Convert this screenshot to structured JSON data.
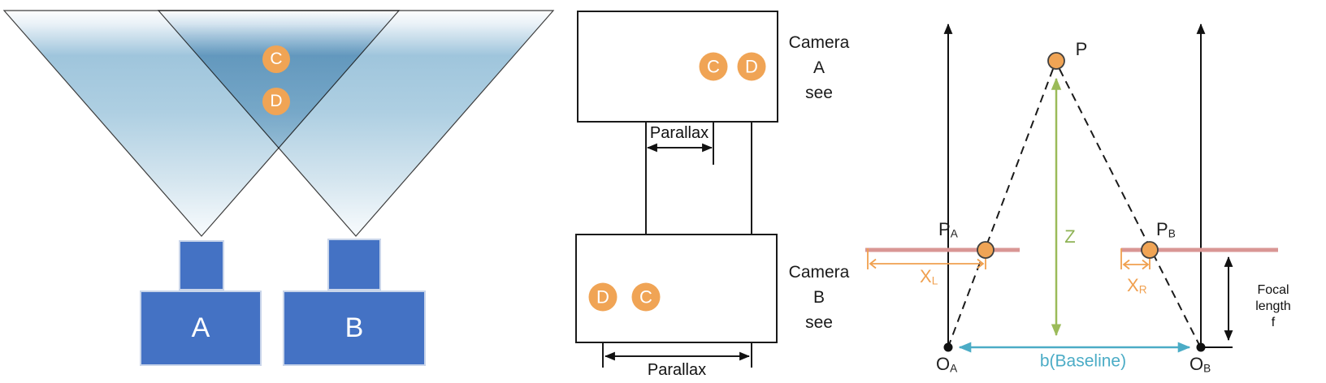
{
  "figure_title": "Stereo camera parallax and depth geometry diagram",
  "left_panel": {
    "camera_a_label": "A",
    "camera_b_label": "B",
    "point_c_label": "C",
    "point_d_label": "D"
  },
  "middle_panel": {
    "view_a": {
      "point_c": "C",
      "point_d": "D",
      "caption": [
        "Camera",
        "A",
        "see"
      ]
    },
    "view_b": {
      "point_d": "D",
      "point_c": "C",
      "caption": [
        "Camera",
        "B",
        "see"
      ]
    },
    "parallax_top_label": "Parallax",
    "parallax_bottom_label": "Parallax"
  },
  "right_panel": {
    "p_label": "P",
    "pa": {
      "main": "P",
      "sub": "A"
    },
    "pb": {
      "main": "P",
      "sub": "B"
    },
    "oa": {
      "main": "O",
      "sub": "A"
    },
    "ob": {
      "main": "O",
      "sub": "B"
    },
    "xl": {
      "main": "X",
      "sub": "L"
    },
    "xr": {
      "main": "X",
      "sub": "R"
    },
    "z_label": "Z",
    "baseline_label": "b(Baseline)",
    "focal_length_label": "Focal length",
    "focal_symbol": "f"
  },
  "colors": {
    "camera_body_blue": "#4472C4",
    "frustum_blue": "#9FC5DC",
    "point_orange": "#F0A455",
    "image_plane_salmon": "#D99694",
    "depth_green": "#9BBB59",
    "baseline_cyan": "#4BACC6",
    "line_black": "#1a1a1a"
  }
}
